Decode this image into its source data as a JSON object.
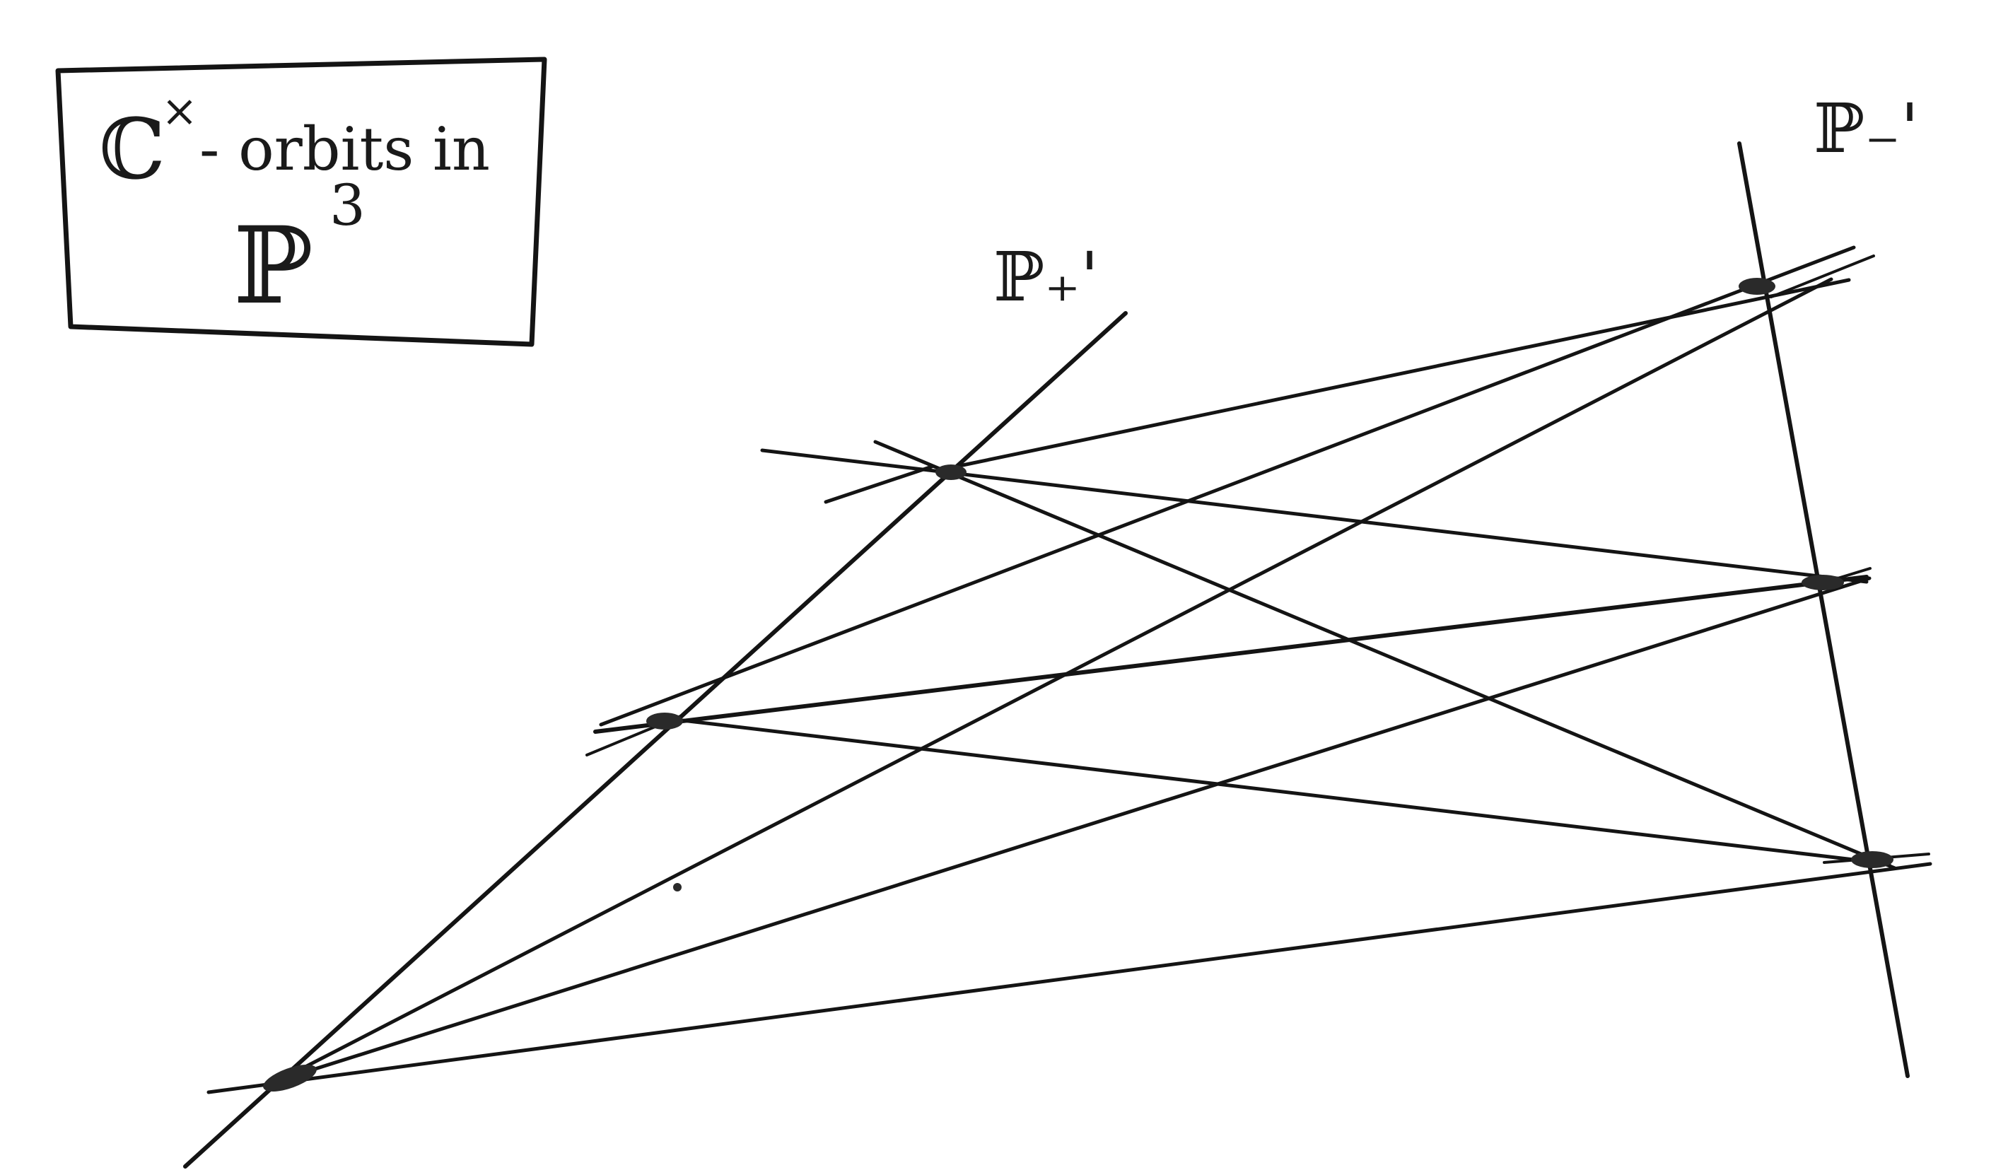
{
  "title_box": {
    "line1_symbol": "ℂ",
    "line1_superscript": "×",
    "line1_text": "- orbits in",
    "line2_symbol": "ℙ",
    "line2_superscript": "3"
  },
  "labels": {
    "p_plus": "ℙ₊'",
    "p_minus": "ℙ₋'"
  },
  "colors": {
    "ink": "#141414",
    "paper": "#ffffff"
  }
}
